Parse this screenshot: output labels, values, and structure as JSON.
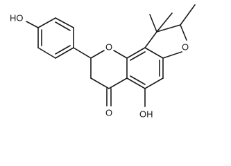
{
  "molecule": {
    "labels": {
      "oh_phenol": "HO",
      "oh_ring": "OH",
      "o_pyran": "O",
      "o_furan": "O",
      "o_ketone": "O"
    }
  }
}
